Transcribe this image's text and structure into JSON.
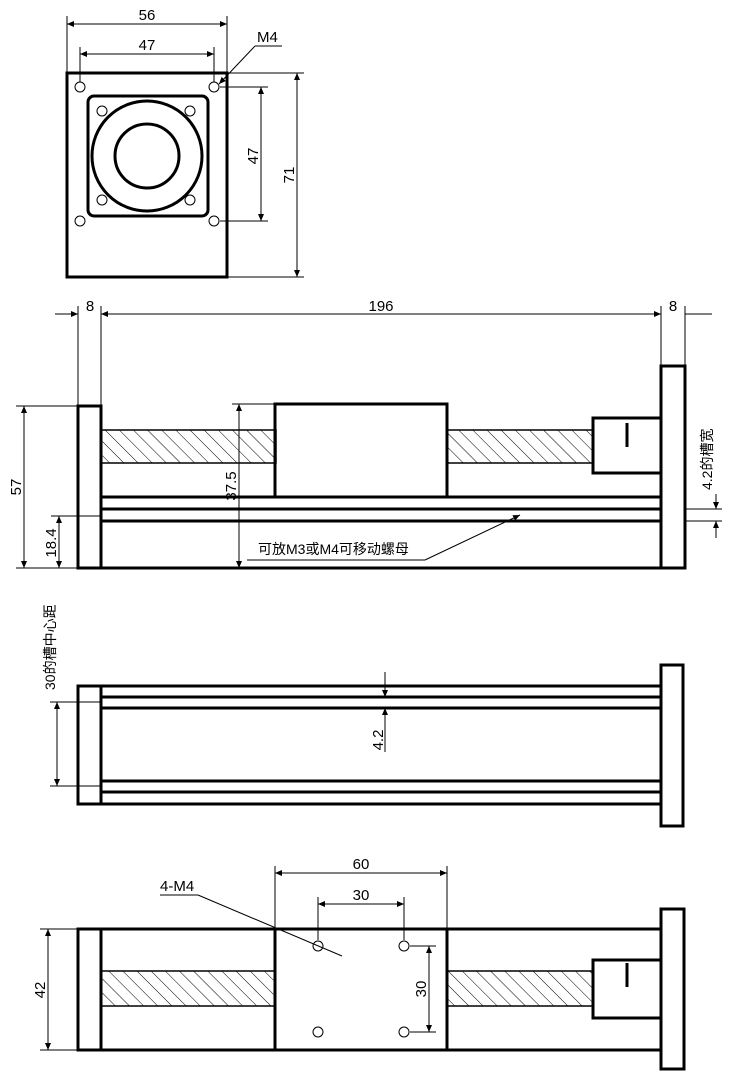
{
  "top_view": {
    "dim_width_outer": "56",
    "dim_width_inner": "47",
    "dim_height_inner": "47",
    "dim_height_outer": "71",
    "thread_label": "M4"
  },
  "side_view": {
    "dim_left_plate": "8",
    "dim_length": "196",
    "dim_right_plate": "8",
    "dim_height": "57",
    "dim_center_height": "37.5",
    "dim_slot_height": "18.4",
    "slot_width_note": "4.2的槽宽",
    "nut_note": "可放M3或M4可移动螺母"
  },
  "bottom_view": {
    "slot_spacing_note": "30的槽中心距",
    "dim_slot_width": "4.2"
  },
  "plan_view": {
    "dim_carriage_width": "60",
    "dim_hole_spacing_x": "30",
    "dim_hole_spacing_y": "30",
    "dim_width": "42",
    "hole_label": "4-M4"
  },
  "colors": {
    "line": "#000000",
    "background": "#ffffff"
  }
}
